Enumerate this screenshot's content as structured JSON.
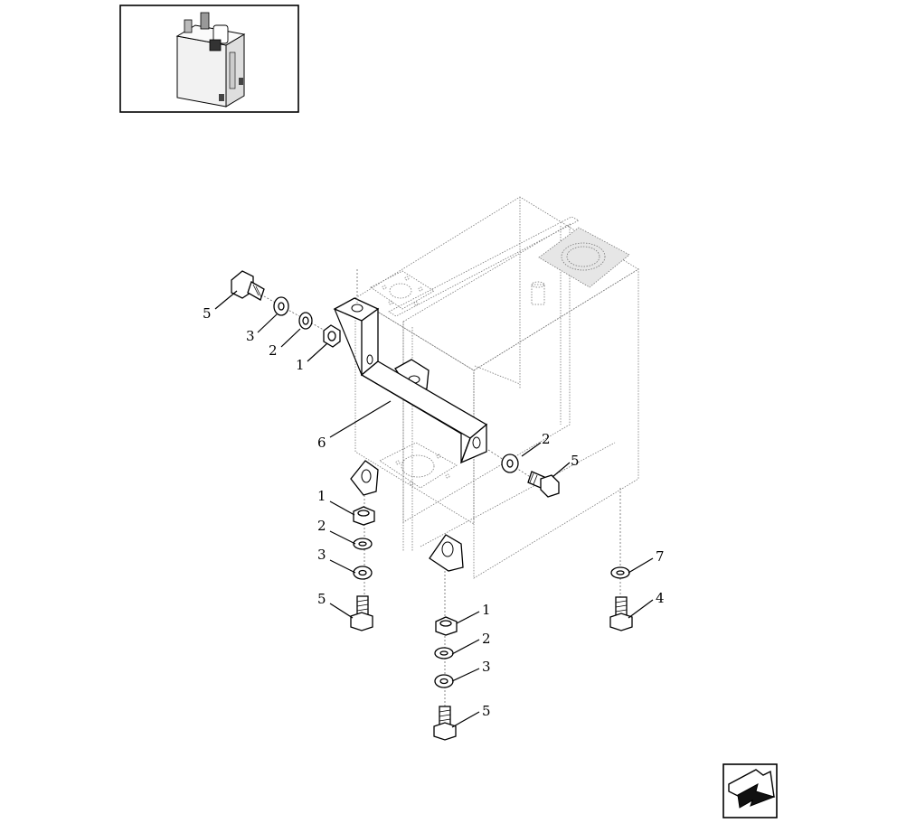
{
  "callouts": [
    {
      "id": "c-5-top",
      "label": "5"
    },
    {
      "id": "c-3-top",
      "label": "3"
    },
    {
      "id": "c-2-top",
      "label": "2"
    },
    {
      "id": "c-1-top",
      "label": "1"
    },
    {
      "id": "c-6",
      "label": "6"
    },
    {
      "id": "c-2-right",
      "label": "2"
    },
    {
      "id": "c-5-right",
      "label": "5"
    },
    {
      "id": "c-1-left",
      "label": "1"
    },
    {
      "id": "c-2-left",
      "label": "2"
    },
    {
      "id": "c-3-left",
      "label": "3"
    },
    {
      "id": "c-5-left",
      "label": "5"
    },
    {
      "id": "c-1-mid",
      "label": "1"
    },
    {
      "id": "c-2-mid",
      "label": "2"
    },
    {
      "id": "c-3-mid",
      "label": "3"
    },
    {
      "id": "c-5-mid",
      "label": "5"
    },
    {
      "id": "c-7",
      "label": "7"
    },
    {
      "id": "c-4",
      "label": "4"
    }
  ],
  "icons": {
    "thumbnail": "tank-assembly-thumbnail",
    "nav": "next-page-arrow-icon"
  }
}
